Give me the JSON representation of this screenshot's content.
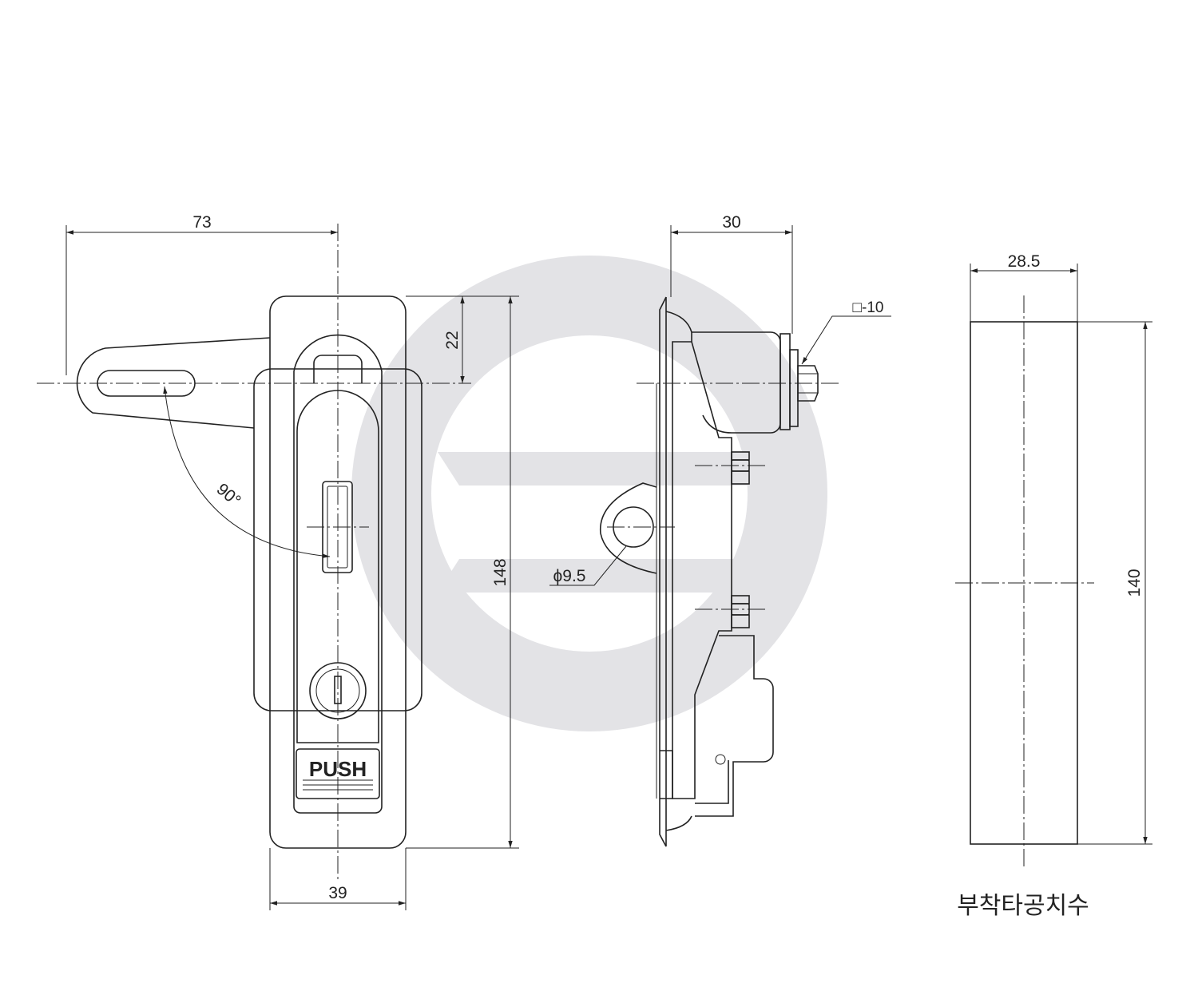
{
  "colors": {
    "line": "#222222",
    "watermark": "#e3e3e6",
    "background": "#ffffff"
  },
  "watermark": {
    "icon": "circular-logo-watermark"
  },
  "front_view": {
    "dim_width_top": "73",
    "dim_height_top": "22",
    "dim_height_total": "148",
    "dim_width_bottom": "39",
    "angle": "90°",
    "push_label": "PUSH"
  },
  "side_view": {
    "dim_depth": "30",
    "dim_square": "□-10",
    "dim_hole": "ϕ9.5"
  },
  "cutout_view": {
    "dim_width": "28.5",
    "dim_height": "140",
    "caption": "부착타공치수"
  }
}
